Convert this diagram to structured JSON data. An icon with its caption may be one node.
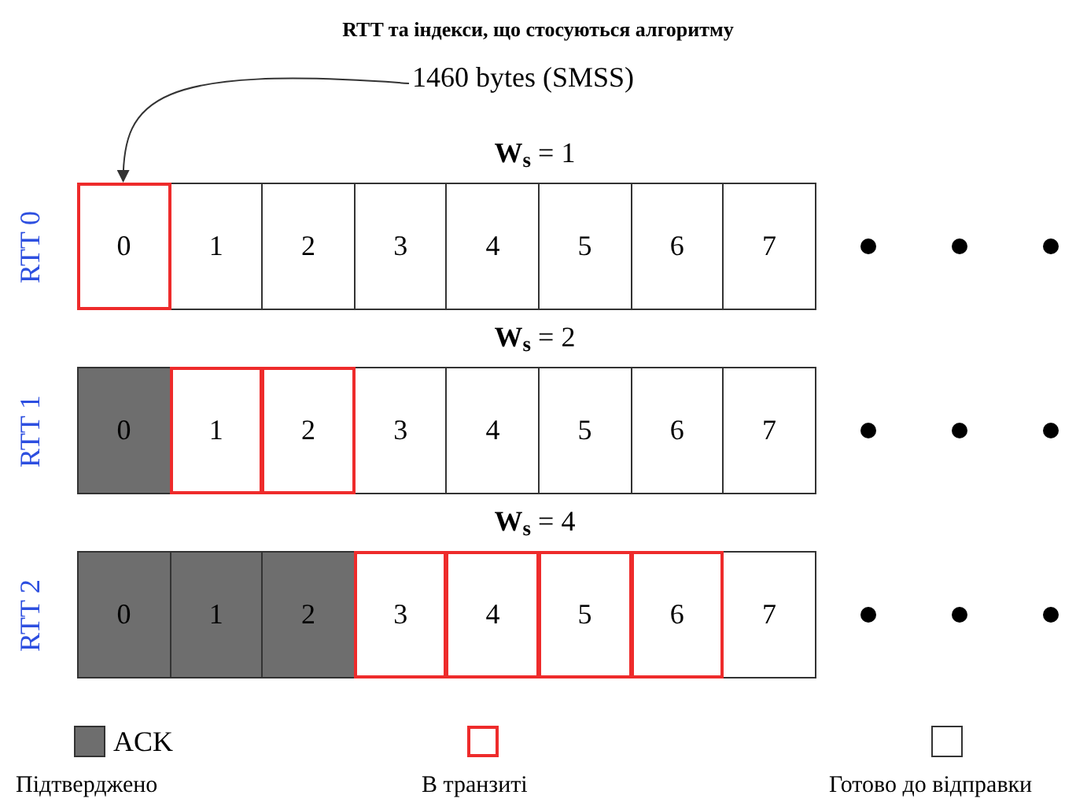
{
  "diagram": {
    "title": "RTT та індекси, що стосуються алгоритму",
    "nodes": [
      {
        "text": [
          "1460 bytes (SMSS)"
        ]
      },
      {
        "text": [
          "0"
        ]
      },
      {
        "text": [
          "1"
        ]
      },
      {
        "text": [
          "2"
        ]
      },
      {
        "text": [
          "3"
        ]
      },
      {
        "text": [
          "4"
        ]
      },
      {
        "text": [
          "5"
        ]
      },
      {
        "text": [
          "6"
        ]
      },
      {
        "text": [
          "7"
        ]
      },
      {
        "text": [
          "0"
        ]
      },
      {
        "text": [
          "1"
        ]
      },
      {
        "text": [
          "2"
        ]
      },
      {
        "text": [
          "3"
        ]
      },
      {
        "text": [
          "4"
        ]
      },
      {
        "text": [
          "5"
        ]
      },
      {
        "text": [
          "6"
        ]
      },
      {
        "text": [
          "7"
        ]
      },
      {
        "text": [
          "0"
        ]
      },
      {
        "text": [
          "1"
        ]
      },
      {
        "text": [
          "2"
        ]
      },
      {
        "text": [
          "3"
        ]
      },
      {
        "text": [
          "4"
        ]
      },
      {
        "text": [
          "5"
        ]
      },
      {
        "text": [
          "6"
        ]
      },
      {
        "text": [
          "7"
        ]
      }
    ],
    "edges": [
      {
        "from": 0,
        "to": 1,
        "arrow": "to"
      }
    ],
    "labels": [
      "**W**$_{s}$ = 1",
      "RTT 0",
      "**W**$_{s}$ = 2",
      "RTT 1",
      "**W**$_{s}$ = 4",
      "RTT 2",
      "Підтверджено"
    ],
    "legend": [
      {
        "text": "ACK",
        "color": "#6e6e6e"
      },
      {
        "text": "В транзиті"
      },
      {
        "text": "Готово до відправки",
        "color": "#ffffff"
      }
    ]
  }
}
